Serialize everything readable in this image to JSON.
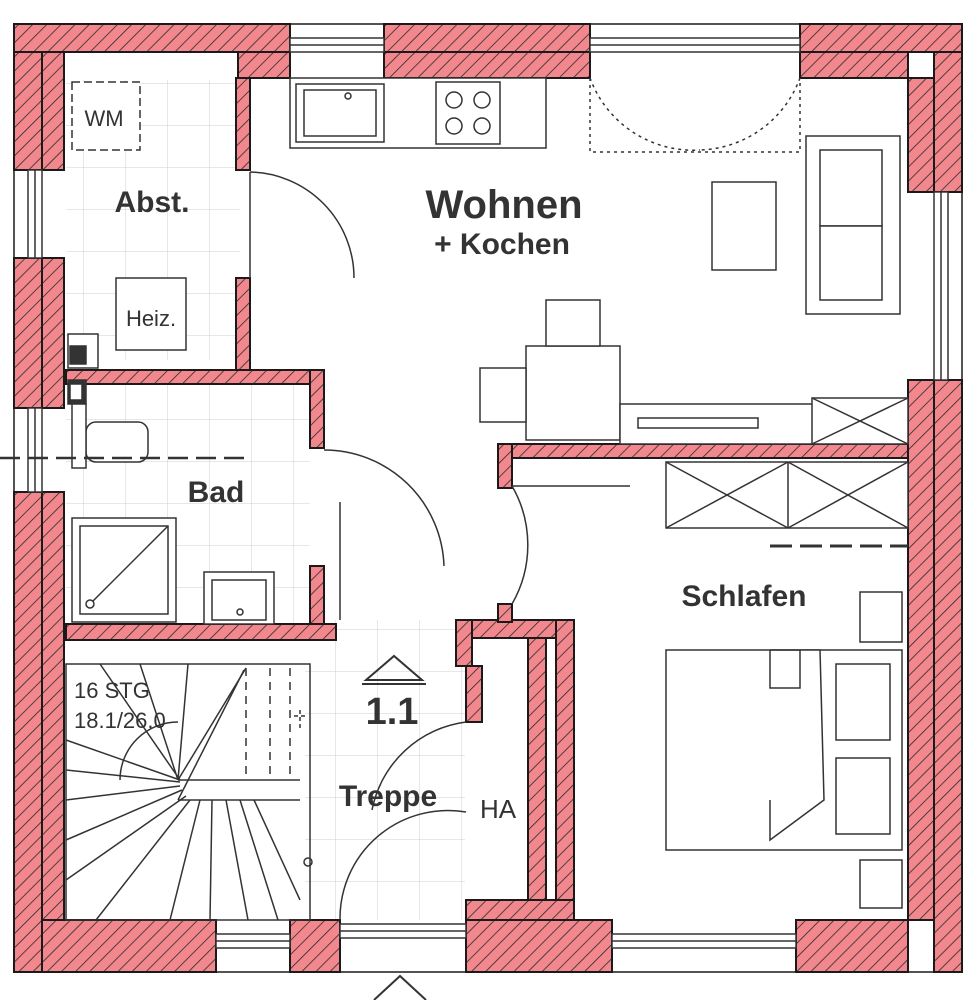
{
  "colors": {
    "wall_fill": "#f2878e",
    "wall_stroke": "#1a1a1a",
    "tile_line": "#cfcfcf",
    "furniture": "#333333",
    "text": "#333333"
  },
  "rooms": {
    "wohnen_title": "Wohnen",
    "wohnen_subtitle": "+ Kochen",
    "abstellraum": "Abst.",
    "bad": "Bad",
    "schlafen": "Schlafen",
    "treppe": "Treppe",
    "hausanschluss": "HA"
  },
  "fixtures": {
    "washing_machine": "WM",
    "heating": "Heiz."
  },
  "stairs": {
    "steps": "16 STG",
    "ratio": "18.1/26.0"
  },
  "level_marker": "1.1"
}
